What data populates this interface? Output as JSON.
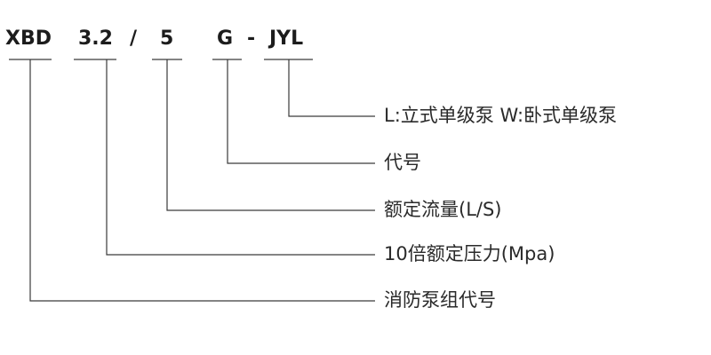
{
  "code_parts": {
    "series": "XBD",
    "pressure": "3.2",
    "slash": "/",
    "flow": "5",
    "code": "G",
    "dash": "-",
    "pump_type": "JYL"
  },
  "labels": {
    "pump_type": "L:立式单级泵  W:卧式单级泵",
    "code": "代号",
    "flow": "额定流量(L/S)",
    "pressure": "10倍额定压力(Mpa)",
    "series": "消防泵组代号"
  }
}
